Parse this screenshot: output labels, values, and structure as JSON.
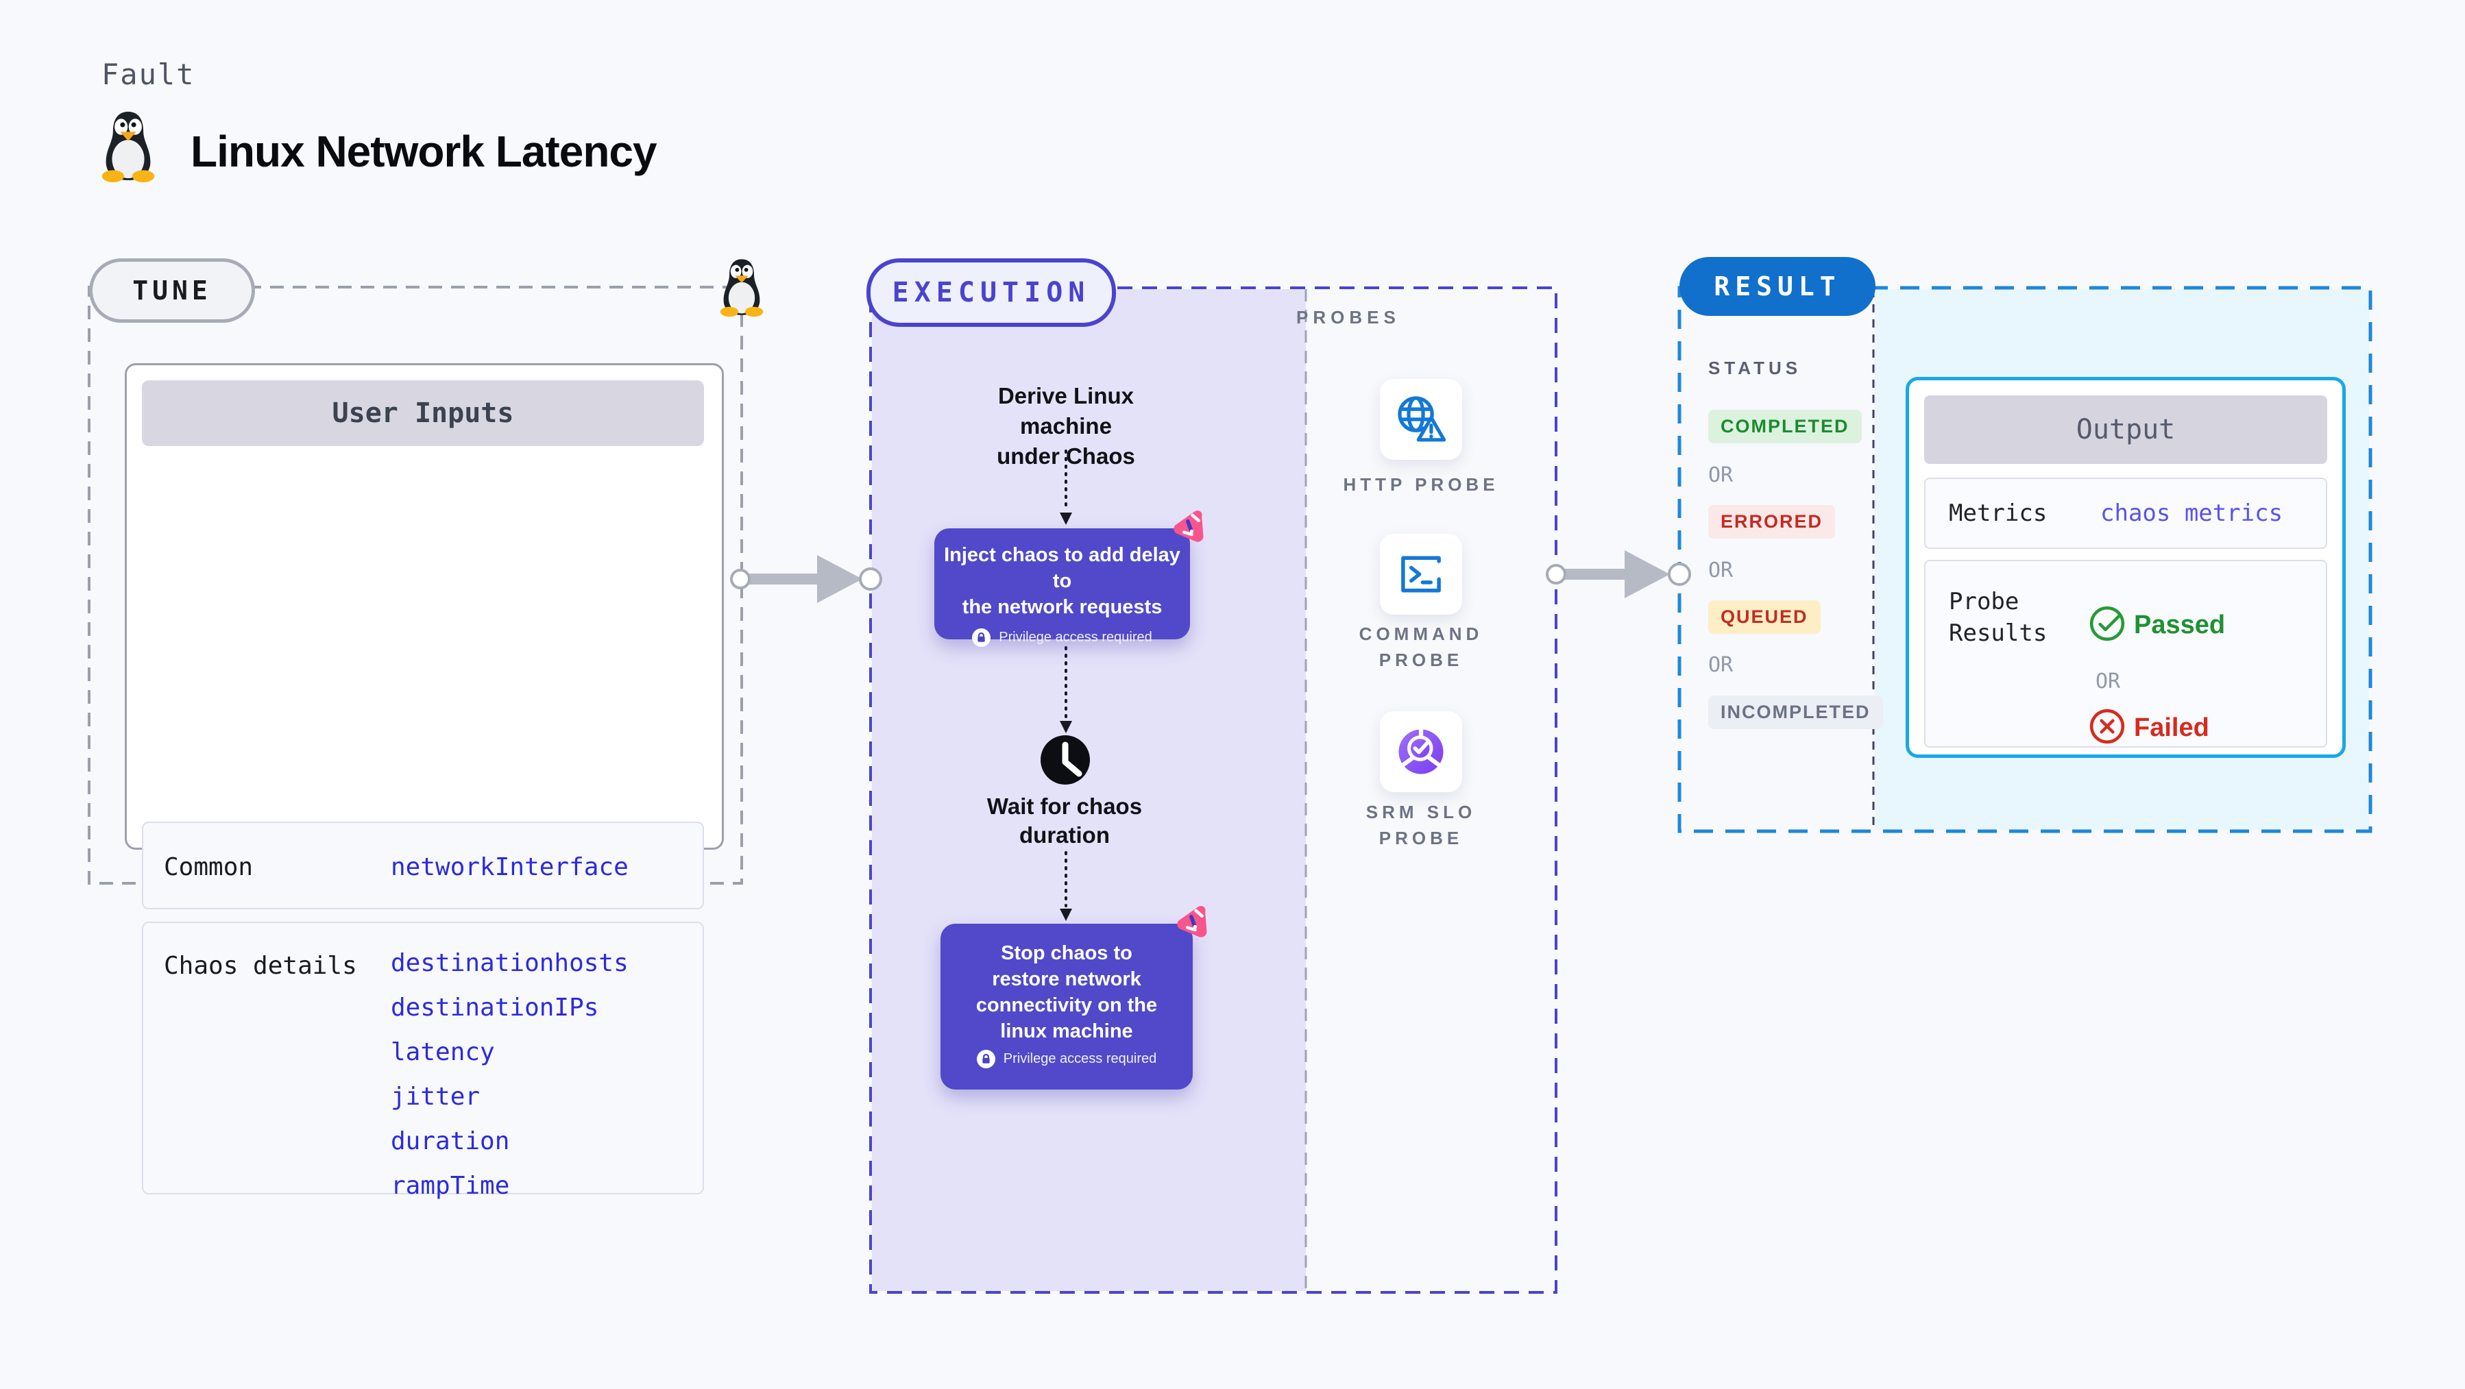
{
  "page": {
    "kicker": "Fault",
    "title": "Linux Network Latency"
  },
  "tune": {
    "badge": "TUNE",
    "table_title": "User Inputs",
    "rows": [
      {
        "label": "Common",
        "values": [
          "networkInterface"
        ]
      },
      {
        "label": "Chaos details",
        "values": [
          "destinationhosts",
          "destinationIPs",
          "latency",
          "jitter",
          "duration",
          "rampTime"
        ]
      }
    ]
  },
  "execution": {
    "badge": "EXECUTION",
    "derive": {
      "lines": [
        "Derive Linux machine",
        "under Chaos"
      ]
    },
    "inject": {
      "lines": [
        "Inject chaos to add delay to",
        "the network requests"
      ]
    },
    "wait": {
      "lines": [
        "Wait for chaos",
        "duration"
      ]
    },
    "stop": {
      "lines": [
        "Stop chaos to",
        "restore network",
        "connectivity on the",
        "linux machine"
      ]
    },
    "privilege_note": "Privilege access required"
  },
  "probes": {
    "label": "PROBES",
    "items": [
      {
        "name": "HTTP PROBE",
        "icon": "globe-alert-icon"
      },
      {
        "name": "COMMAND PROBE",
        "icon": "terminal-icon"
      },
      {
        "name": "SRM SLO PROBE",
        "icon": "slo-gauge-icon"
      }
    ]
  },
  "result": {
    "badge": "RESULT",
    "status_label": "STATUS",
    "or_label": "OR",
    "statuses": [
      "COMPLETED",
      "ERRORED",
      "QUEUED",
      "INCOMPLETED"
    ],
    "output": {
      "title": "Output",
      "metrics_label": "Metrics",
      "metrics_value": "chaos metrics",
      "probe_results_label": "Probe Results",
      "passed": "Passed",
      "failed": "Failed"
    }
  },
  "colors": {
    "background": "#f8f9fc",
    "execution_fill": "#e4e2f9",
    "execution_border": "#4a43cf",
    "chaos_card": "#5149c9",
    "chaos_pink": "#f8558e",
    "result_fill": "#e8f6fd",
    "result_border": "#1f88d9",
    "result_pill": "#1170cc",
    "output_border": "#17a8e6",
    "code_blue": "#2c2ae0",
    "metrics_blue": "#5a52ee",
    "passed_green": "#1f9132",
    "failed_red": "#d62b1f",
    "probe_icon_blue": "#1478d6"
  }
}
